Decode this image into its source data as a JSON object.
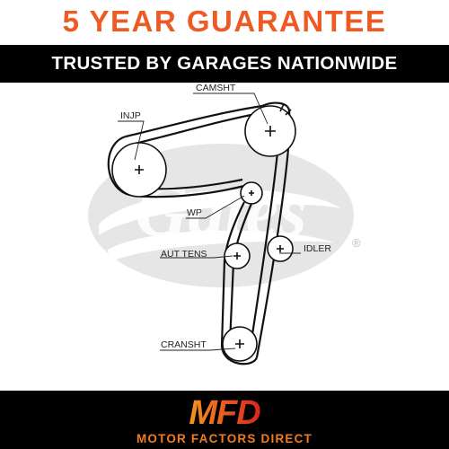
{
  "banner": {
    "guarantee": "5 YEAR GUARANTEE",
    "trusted": "TRUSTED BY GARAGES NATIONWIDE"
  },
  "diagram": {
    "labels": {
      "camsht": "CAMSHT",
      "injp": "INJP",
      "wp": "WP",
      "aut_tens": "AUT TENS",
      "idler": "IDLER",
      "cransht": "CRANSHT"
    },
    "watermark": "Gates",
    "registered_mark": "®"
  },
  "footer": {
    "logo_text": "MFD",
    "company": "MOTOR FACTORS DIRECT"
  },
  "colors": {
    "guarantee": "#ee5a24",
    "strip": "#000000",
    "logo_orange": "#f07c1c",
    "logo_red": "#d9251d",
    "watermark": "#e3e3e3"
  }
}
